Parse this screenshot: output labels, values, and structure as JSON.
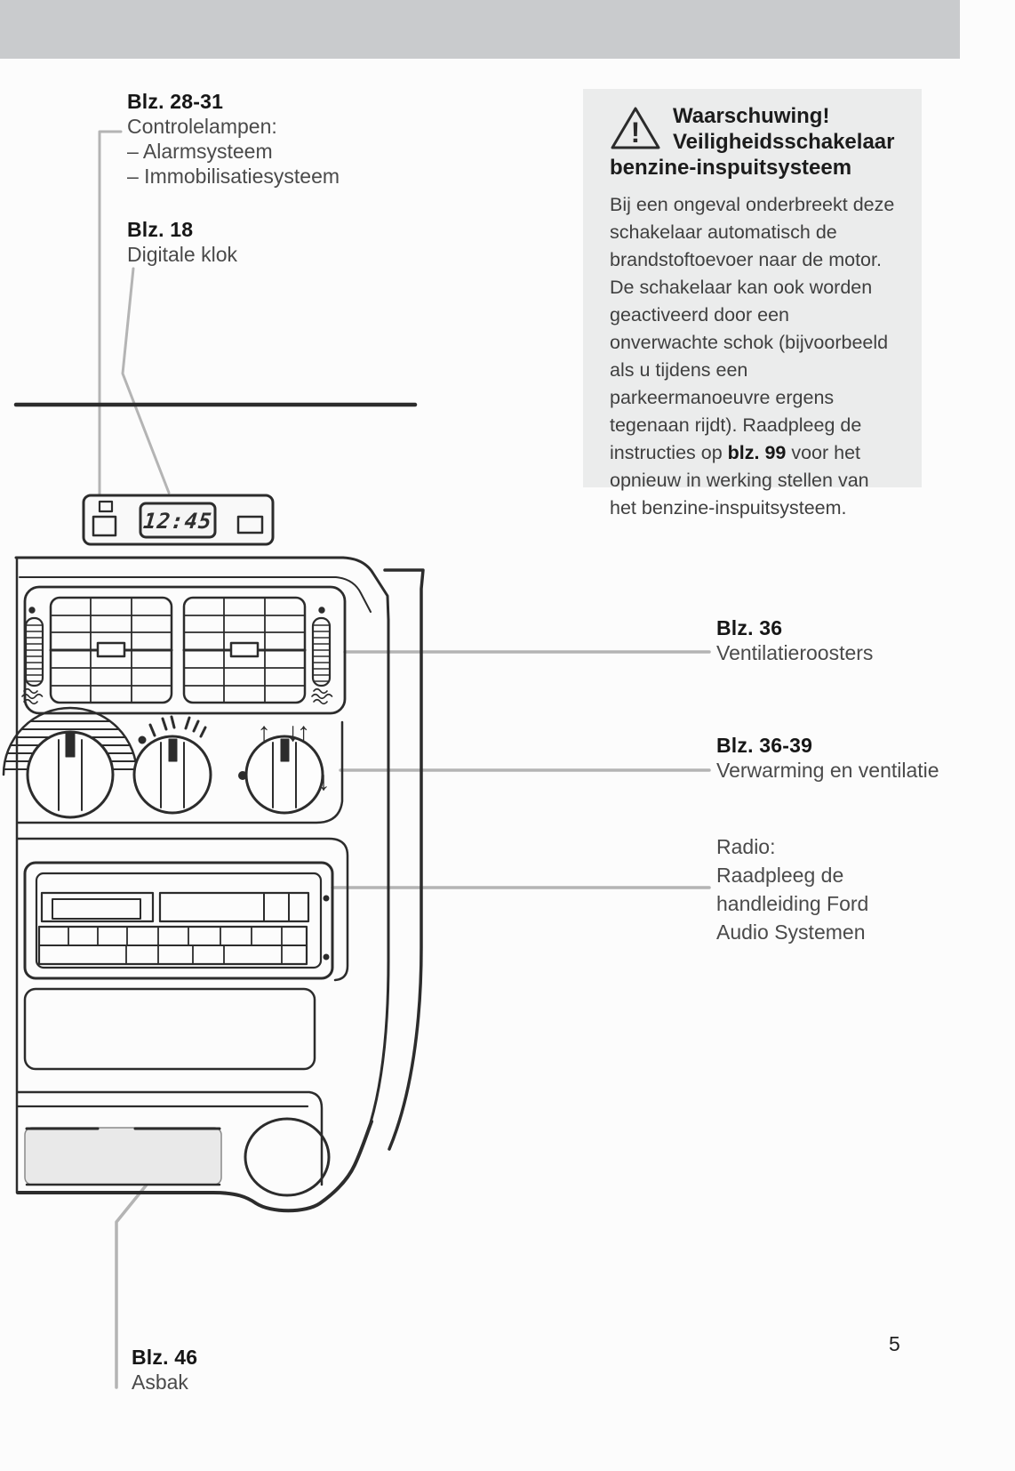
{
  "page": {
    "number": "5"
  },
  "colors": {
    "top_bar": "#c9cbcd",
    "warning_bg": "#ebecec",
    "diagram_stroke": "#2c2c2c",
    "leader_line": "#b4b4b4",
    "label_gray": "#4a4a4a",
    "label_bold": "#161616",
    "ashtray_fill": "#e9e9e9"
  },
  "warning": {
    "title_line1": "Waarschuwing!",
    "title_line2": "Veiligheidsschakelaar",
    "title_line3": "benzine-inspuitsysteem",
    "body_before": "Bij een ongeval onderbreekt deze schakelaar automatisch de brandstoftoevoer naar de motor. De schakelaar kan ook worden geactiveerd door een onverwachte schok (bijvoorbeeld als u tijdens een parkeermanoeuvre ergens tegenaan rijdt). Raadpleeg de instructies op ",
    "body_bold": "blz. 99",
    "body_after": " voor het opnieuw in werking stellen van het benzine-inspuitsysteem."
  },
  "clock": {
    "display": "12:45"
  },
  "callouts": {
    "controlelampen": {
      "ref": "Blz. 28-31",
      "line1": "Controlelampen:",
      "line2": "– Alarmsysteem",
      "line3": "– Immobilisatiesysteem"
    },
    "klok": {
      "ref": "Blz. 18",
      "line1": "Digitale klok"
    },
    "roosters": {
      "ref": "Blz. 36",
      "line1": "Ventilatieroosters"
    },
    "verwarming": {
      "ref": "Blz. 36-39",
      "line1": "Verwarming en ventilatie"
    },
    "radio": {
      "line1": "Radio:",
      "line2": "Raadpleeg de",
      "line3": "handleiding Ford",
      "line4": "Audio Systemen"
    },
    "asbak": {
      "ref": "Blz. 46",
      "line1": "Asbak"
    }
  },
  "icons": {
    "warning_exclamation": "!",
    "arrow_up": "↑",
    "arrow_down_up": "↓↑",
    "arrow_down": "↓"
  }
}
